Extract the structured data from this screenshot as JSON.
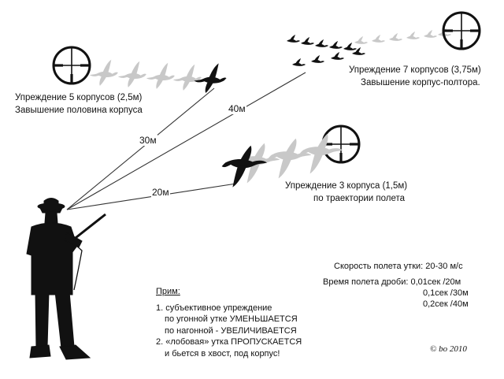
{
  "distances": {
    "near": "20м",
    "mid": "30м",
    "far": "40м"
  },
  "case_mid": {
    "lead": "Упреждение 5 корпусов (2,5м)",
    "hold": "Завышение половина корпуса"
  },
  "case_far": {
    "lead": "Упреждение 7 корпусов (3,75м)",
    "hold": "Завышение корпус-полтора."
  },
  "case_near": {
    "lead": "Упреждение 3 корпуса (1,5м)",
    "hold": "по траектории полета"
  },
  "speed": "Скорость полета утки: 20-30 м/с",
  "shot_time": {
    "line1": "Время полета дроби: 0,01сек /20м",
    "line2": "0,1сек /30м",
    "line3": "0,2сек /40м"
  },
  "notes": {
    "title": "Прим:",
    "item1": "1. субъективное упреждение",
    "item1_l2": "по угонной утке УМЕНЬШАЕТСЯ",
    "item1_l3": "по нагонной - УВЕЛИЧИВАЕТСЯ",
    "item2": "2. «лобовая» утка ПРОПУСКАЕТСЯ",
    "item2_l2": "и бьется в хвост, под корпус!"
  },
  "copyright": "© bo 2010",
  "colors": {
    "ink": "#111111",
    "ghost": "#c8c8c8",
    "line": "#333333"
  },
  "icons": [
    "scope-reticle-icon",
    "duck-icon",
    "ghost-duck-icon",
    "hunter-silhouette-icon",
    "flock-icon"
  ]
}
